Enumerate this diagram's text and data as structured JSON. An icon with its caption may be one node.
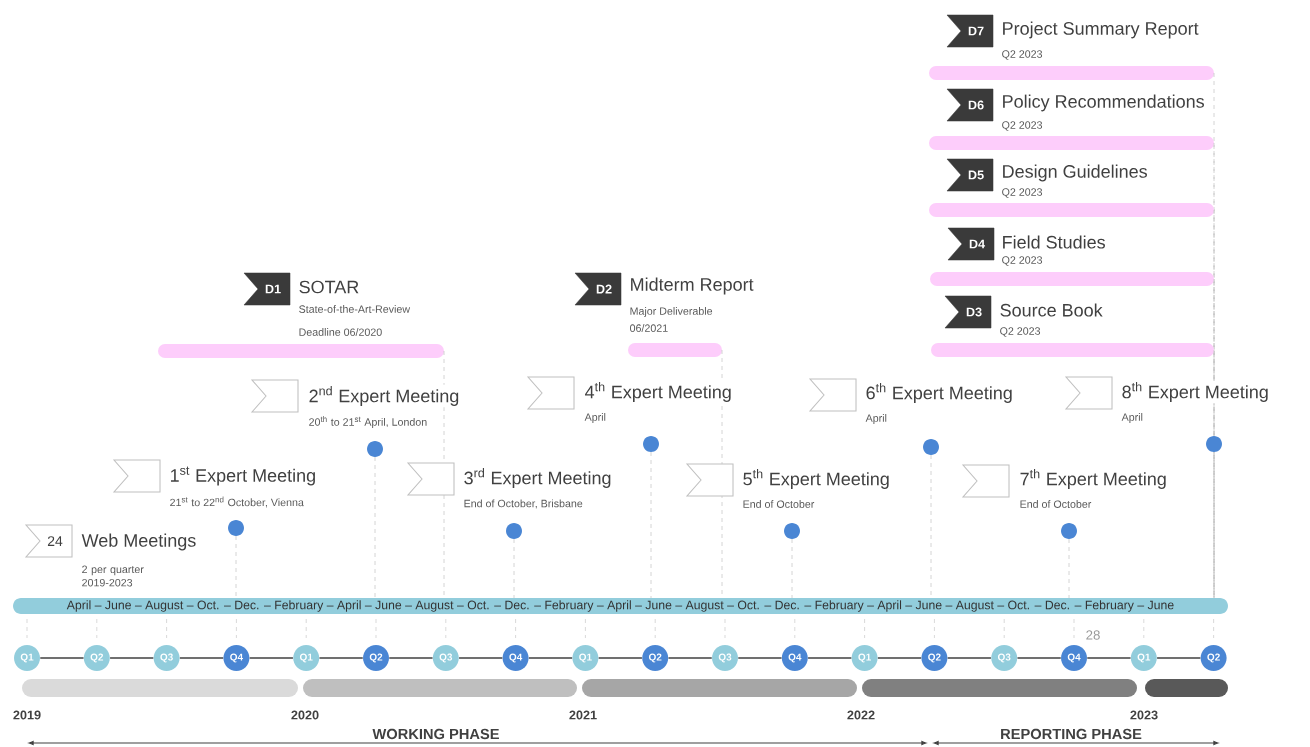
{
  "diagram": {
    "nodes": [
      {
        "text": [
          "D7",
          "Project Summary Report",
          "Q2 2023"
        ]
      },
      {
        "text": [
          "D6",
          "Policy Recommendations",
          "Q2 2023"
        ]
      },
      {
        "text": [
          "D5",
          "Design Guidelines",
          "Q2 2023"
        ]
      },
      {
        "text": [
          "D4",
          "Field Studies",
          "Q2 2023"
        ]
      },
      {
        "text": [
          "D1",
          "SOTAR",
          "State-of-the-Art-Review",
          "Deadline 06/2020"
        ]
      },
      {
        "text": [
          "D2",
          "Midterm Report",
          "Major Deliverable",
          "06/2021"
        ]
      },
      {
        "text": [
          "D3",
          "Source Book",
          "Q2 2023"
        ]
      },
      {
        "text": [
          "2$^{nd}$ Expert Meeting",
          "20$^{th}$ to 21$^{st}$ April, London"
        ]
      },
      {
        "text": [
          "4$^{th}$ Expert Meeting",
          "April"
        ]
      },
      {
        "text": [
          "6$^{th}$ Expert Meeting",
          "April"
        ]
      },
      {
        "text": [
          "8$^{th}$ Expert Meeting",
          "April"
        ]
      },
      {
        "text": [
          "1$^{st}$ Expert Meeting",
          "21$^{st}$ to 22$^{nd}$ October, Vienna"
        ]
      },
      {
        "text": [
          "3$^{rd}$ Expert Meeting",
          "End of October, Brisbane"
        ]
      },
      {
        "text": [
          "5$^{th}$ Expert Meeting",
          "End of October"
        ]
      },
      {
        "text": [
          "7$^{th}$ Expert Meeting",
          "End of October"
        ]
      },
      {
        "text": [
          "24",
          "Web Meetings",
          "2 per quarter 2019-2023"
        ]
      },
      {
        "text": [
          "April – June – August – Oct. – Dec. – February – April – June – August – Oct. – Dec. – February – April – June – August – Oct. – Dec. – February – April – June – August – Oct. – Dec. – February – June"
        ]
      },
      {
        "text": [
          "Q1"
        ]
      },
      {
        "text": [
          "Q2"
        ]
      },
      {
        "text": [
          "Q3"
        ]
      },
      {
        "text": [
          "Q4"
        ]
      },
      {
        "text": [
          "Q1"
        ]
      },
      {
        "text": [
          "Q2"
        ]
      },
      {
        "text": [
          "Q3"
        ]
      },
      {
        "text": [
          "Q4"
        ]
      },
      {
        "text": [
          "Q1"
        ]
      },
      {
        "text": [
          "Q2"
        ]
      },
      {
        "text": [
          "Q3"
        ]
      },
      {
        "text": [
          "Q4"
        ]
      },
      {
        "text": [
          "Q1"
        ]
      },
      {
        "text": [
          "Q2"
        ]
      },
      {
        "text": [
          "Q3"
        ]
      },
      {
        "text": [
          "Q4"
        ]
      },
      {
        "text": [
          "Q1"
        ]
      },
      {
        "text": [
          "Q2"
        ]
      }
    ],
    "edges": [
      {
        "from": 17,
        "to": 18,
        "arrow": "none"
      },
      {
        "from": 18,
        "to": 19,
        "arrow": "none"
      },
      {
        "from": 19,
        "to": 20,
        "arrow": "none"
      },
      {
        "from": 20,
        "to": 21,
        "arrow": "none"
      },
      {
        "from": 21,
        "to": 22,
        "arrow": "none"
      },
      {
        "from": 22,
        "to": 23,
        "arrow": "none"
      },
      {
        "from": 23,
        "to": 24,
        "arrow": "none"
      },
      {
        "from": 24,
        "to": 25,
        "arrow": "none"
      },
      {
        "from": 25,
        "to": 26,
        "arrow": "none"
      },
      {
        "from": 26,
        "to": 27,
        "arrow": "none"
      },
      {
        "from": 27,
        "to": 28,
        "arrow": "none"
      },
      {
        "from": 28,
        "to": 29,
        "arrow": "none"
      },
      {
        "from": 29,
        "to": 30,
        "arrow": "none"
      },
      {
        "from": 30,
        "to": 31,
        "arrow": "none"
      },
      {
        "from": 31,
        "to": 32,
        "arrow": "none"
      },
      {
        "from": 32,
        "to": 33,
        "arrow": "none"
      },
      {
        "from": 33,
        "to": 34,
        "arrow": "none"
      }
    ],
    "labels": [
      "28",
      "2019",
      "2020",
      "2021",
      "2022",
      "2023",
      "WORKING PHASE",
      "REPORTING PHASE"
    ]
  }
}
